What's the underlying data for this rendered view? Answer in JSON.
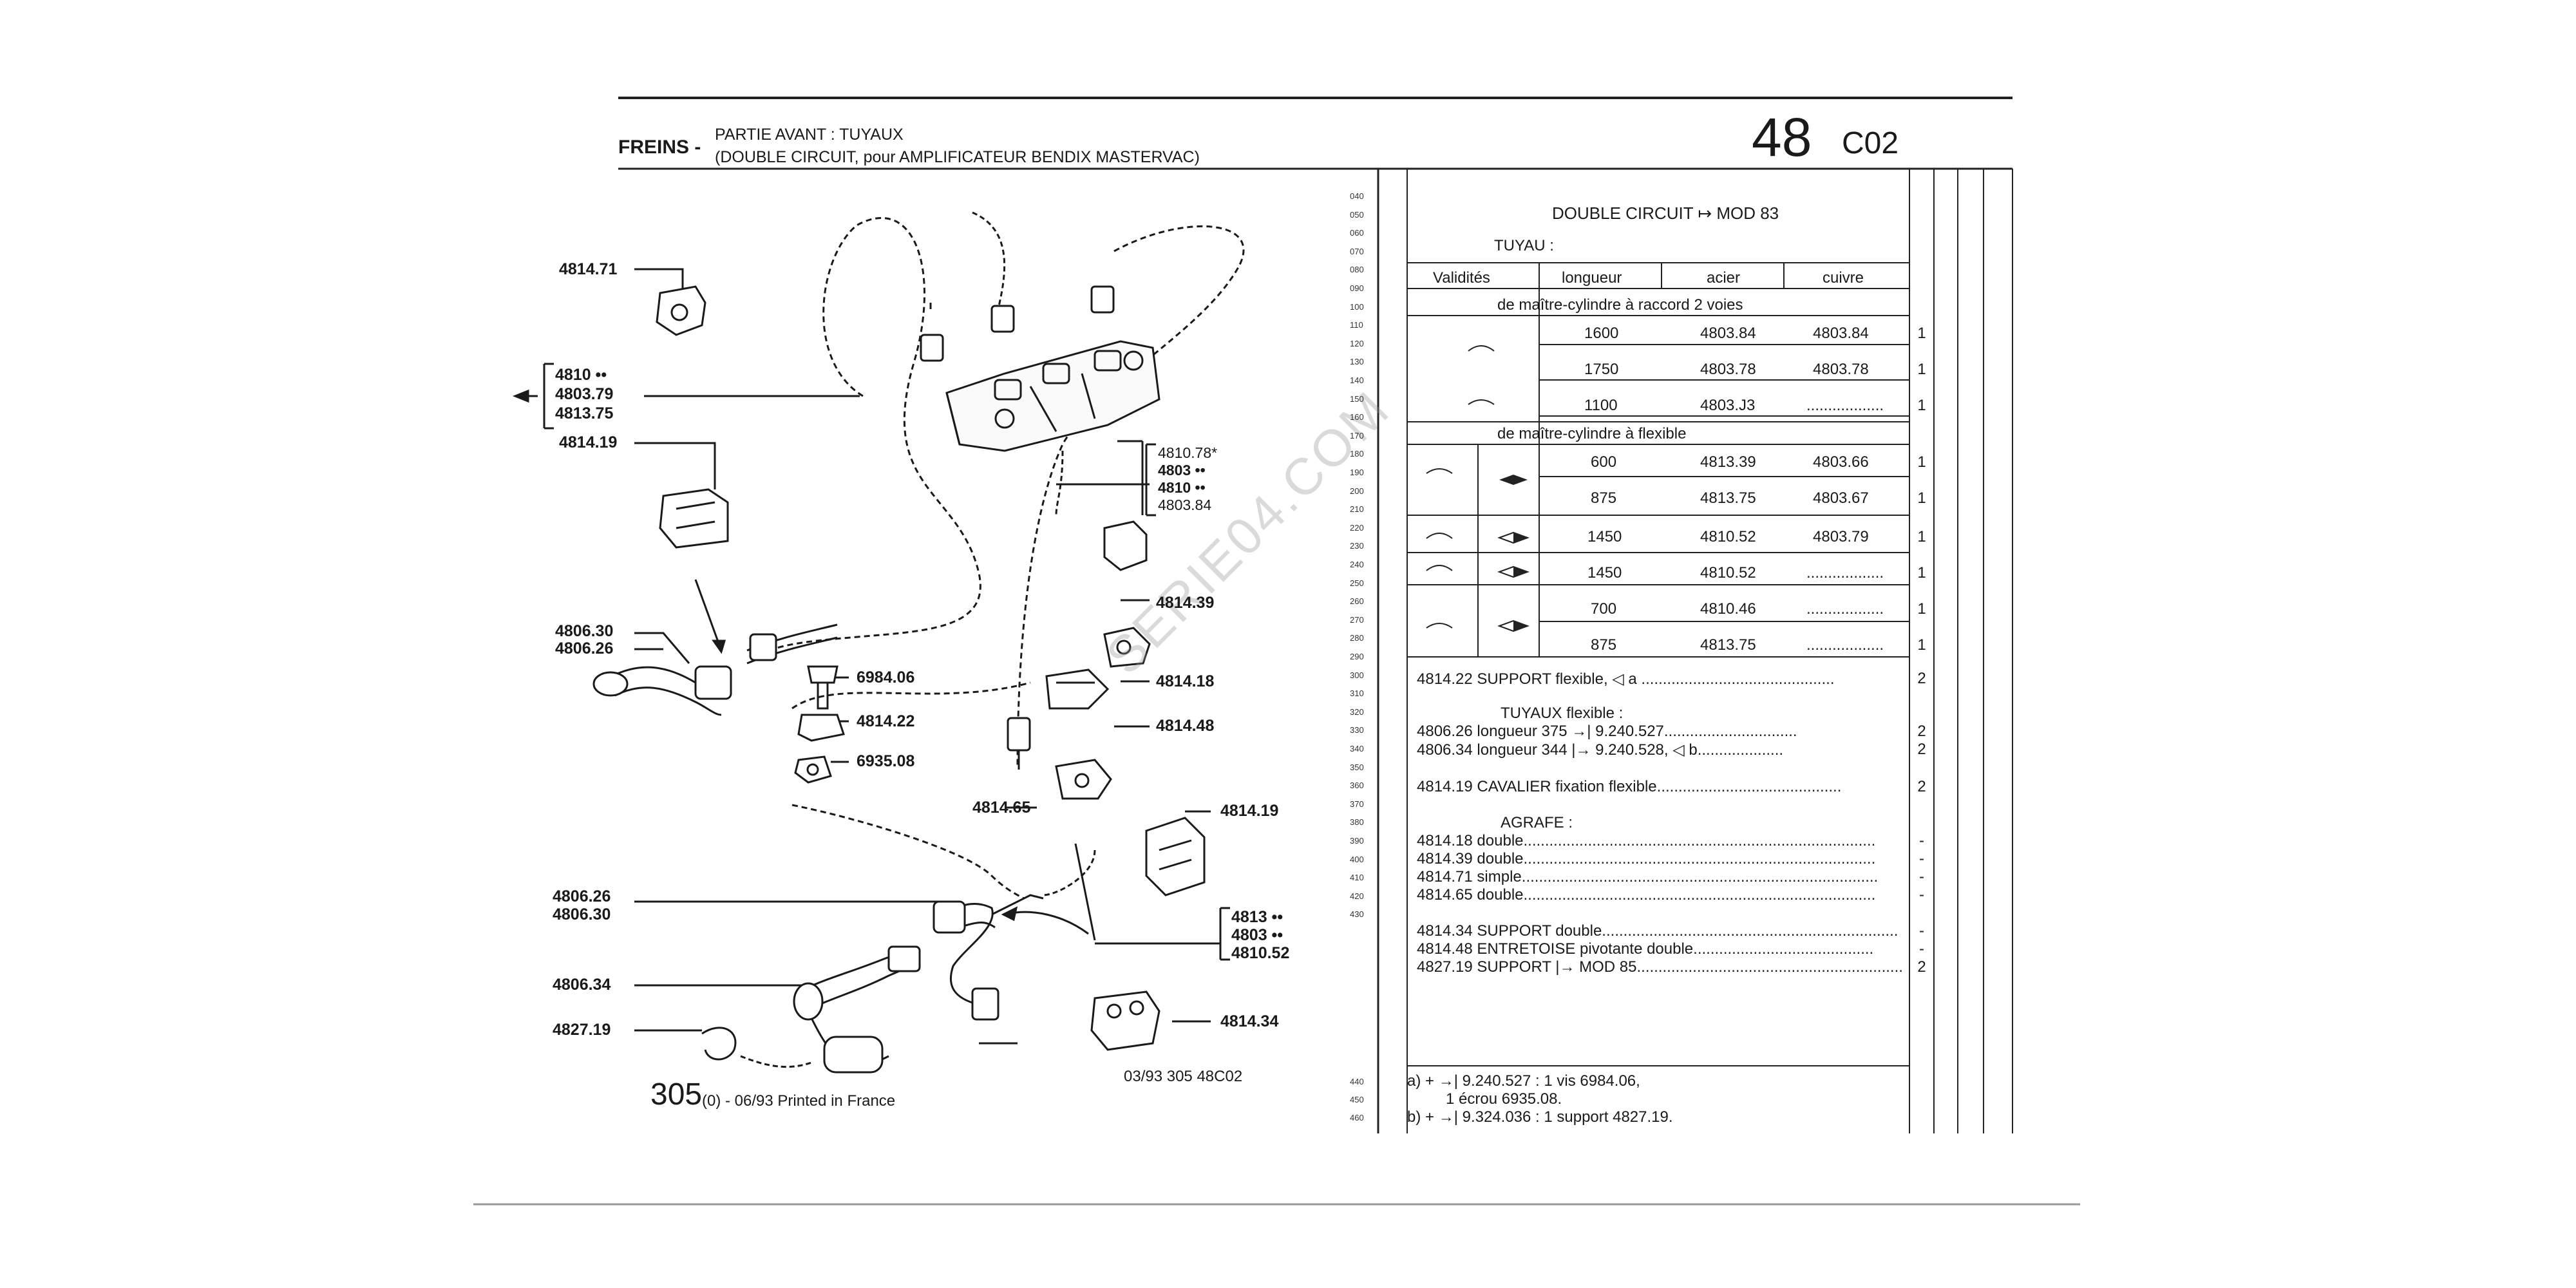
{
  "header": {
    "category": "FREINS -",
    "sub_line1": "PARTIE AVANT : TUYAUX",
    "sub_line2": "(DOUBLE CIRCUIT, pour AMPLIFICATEUR BENDIX MASTERVAC)",
    "page_number": "48",
    "page_code": "C02"
  },
  "diagram": {
    "labels": {
      "l_481471": "4814.71",
      "l_481419_top": "4814.19",
      "l_480630_top": "4806.30",
      "l_480626_top": "4806.26",
      "l_698406": "6984.06",
      "l_481422": "4814.22",
      "l_693508": "6935.08",
      "l_481439": "4814.39",
      "l_481418": "4814.18",
      "l_481448": "4814.48",
      "l_481465": "4814.65",
      "l_481419_bot": "4814.19",
      "l_480626_bot": "4806.26",
      "l_480630_bot": "4806.30",
      "l_480634": "4806.34",
      "l_482719": "4827.19",
      "l_481434": "4814.34"
    },
    "stack_left": [
      "4810 ••",
      "4803.79",
      "4813.75"
    ],
    "stack_mid": [
      "4810.78*",
      "4803 ••",
      "4810 ••",
      "4803.84"
    ],
    "stack_bottom": [
      "4813 ••",
      "4803 ••",
      "4810.52"
    ],
    "doc_ref": "03/93  305  48C02",
    "print_code": "305",
    "print_text": "(0) - 06/93 Printed in France",
    "watermark": "SERIE04.COM"
  },
  "row_numbers": [
    "040",
    "050",
    "060",
    "070",
    "080",
    "090",
    "100",
    "110",
    "120",
    "130",
    "140",
    "150",
    "160",
    "170",
    "180",
    "190",
    "200",
    "210",
    "220",
    "230",
    "240",
    "250",
    "260",
    "270",
    "280",
    "290",
    "300",
    "310",
    "320",
    "330",
    "340",
    "350",
    "360",
    "370",
    "380",
    "390",
    "400",
    "410",
    "420",
    "430",
    "440",
    "450",
    "460"
  ],
  "table": {
    "title": "DOUBLE CIRCUIT ↦ MOD 83",
    "tuyau": "TUYAU :",
    "headers": [
      "Validités",
      "longueur",
      "acier",
      "cuivre"
    ],
    "section1": "de maître-cylindre à raccord 2 voies",
    "section2": "de maître-cylindre à flexible",
    "rows": [
      {
        "len": "1600",
        "acier": "4803.84",
        "cuivre": "4803.84",
        "qty": "1"
      },
      {
        "len": "1750",
        "acier": "4803.78",
        "cuivre": "4803.78",
        "qty": "1"
      },
      {
        "len": "1100",
        "acier": "4803.J3",
        "cuivre": "..................",
        "qty": "1"
      },
      {
        "len": "600",
        "acier": "4813.39",
        "cuivre": "4803.66",
        "qty": "1"
      },
      {
        "len": "875",
        "acier": "4813.75",
        "cuivre": "4803.67",
        "qty": "1"
      },
      {
        "len": "1450",
        "acier": "4810.52",
        "cuivre": "4803.79",
        "qty": "1"
      },
      {
        "len": "1450",
        "acier": "4810.52",
        "cuivre": "..................",
        "qty": "1"
      },
      {
        "len": "700",
        "acier": "4810.46",
        "cuivre": "..................",
        "qty": "1"
      },
      {
        "len": "875",
        "acier": "4813.75",
        "cuivre": "..................",
        "qty": "1"
      }
    ]
  },
  "entries": [
    {
      "text": "4814.22 SUPPORT flexible,  ◁ a .............................................",
      "qty": "2"
    },
    {
      "text": "TUYAUX flexible :",
      "qty": ""
    },
    {
      "text": "4806.26  longueur 375  →| 9.240.527...............................",
      "qty": "2"
    },
    {
      "text": "4806.34  longueur 344 |→ 9.240.528,  ◁ b....................",
      "qty": "2"
    },
    {
      "text": "4814.19  CAVALIER fixation flexible...........................................",
      "qty": "2"
    },
    {
      "text": "AGRAFE :",
      "qty": ""
    },
    {
      "text": "4814.18  double..................................................................................",
      "qty": "-"
    },
    {
      "text": "4814.39  double..................................................................................",
      "qty": "-"
    },
    {
      "text": "4814.71  simple...................................................................................",
      "qty": "-"
    },
    {
      "text": "4814.65  double..................................................................................",
      "qty": "-"
    },
    {
      "text": "4814.34 SUPPORT double.....................................................................",
      "qty": "-"
    },
    {
      "text": "4814.48 ENTRETOISE pivotante double..........................................",
      "qty": "-"
    },
    {
      "text": "4827.19 SUPPORT |→ MOD 85..............................................................",
      "qty": "2"
    }
  ],
  "footnotes": [
    "a)  +  →| 9.240.527 : 1 vis 6984.06,",
    "1 écrou 6935.08.",
    "b)  +  →| 9.324.036 : 1 support 4827.19."
  ]
}
